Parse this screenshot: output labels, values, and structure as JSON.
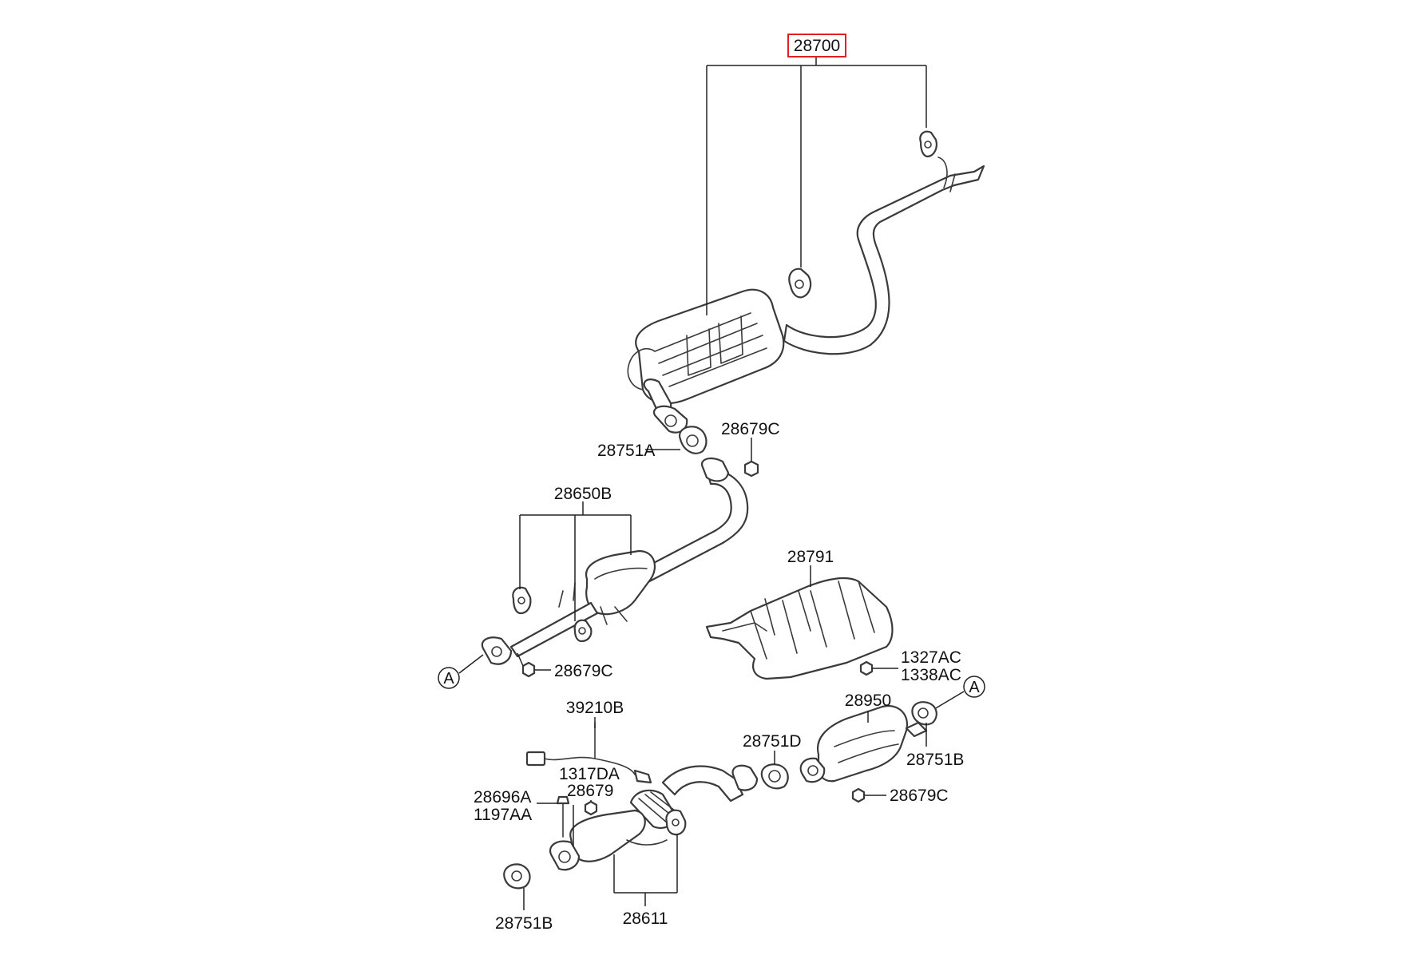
{
  "highlight_color": "#e02020",
  "line_color": "#3a3a3a",
  "labels": {
    "p28700": "28700",
    "p28751A": "28751A",
    "p28679C_top": "28679C",
    "p28650B": "28650B",
    "p28679C_mid": "28679C",
    "p28791": "28791",
    "p1327AC": "1327AC",
    "p1338AC": "1338AC",
    "p39210B": "39210B",
    "p28950": "28950",
    "p28751D": "28751D",
    "p28751B_right": "28751B",
    "p1317DA": "1317DA",
    "p28679": "28679",
    "p28696A": "28696A",
    "p1197AA": "1197AA",
    "p28679C_low": "28679C",
    "p28611": "28611",
    "p28751B_left": "28751B"
  },
  "callouts": {
    "a_left": "A",
    "a_right": "A"
  },
  "icons": [
    "rubber-hanger-icon",
    "gasket-icon",
    "nut-icon",
    "oxygen-sensor-icon",
    "bolt-icon",
    "heat-shield-icon",
    "catalytic-converter-icon",
    "muffler-icon"
  ]
}
